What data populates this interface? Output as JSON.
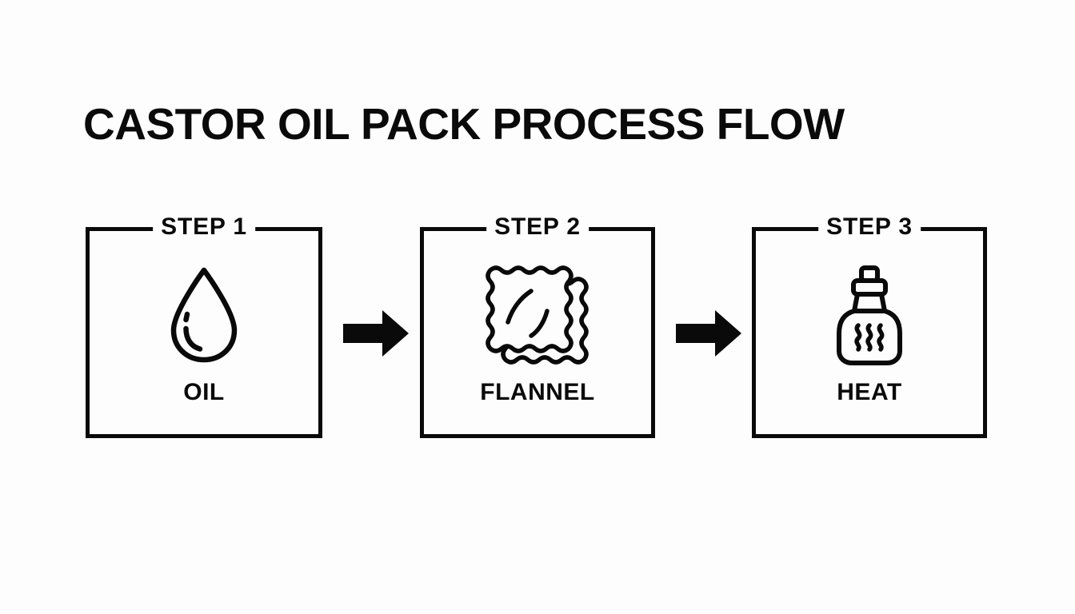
{
  "page": {
    "title": "CASTOR OIL PACK PROCESS FLOW",
    "background_color": "#fdfdfd",
    "ink_color": "#0a0a0a"
  },
  "flow": {
    "steps": [
      {
        "step_label": "STEP 1",
        "caption": "OIL",
        "icon": "oil-droplet-icon"
      },
      {
        "step_label": "STEP 2",
        "caption": "FLANNEL",
        "icon": "flannel-cloth-icon"
      },
      {
        "step_label": "STEP 3",
        "caption": "HEAT",
        "icon": "hot-water-bottle-icon"
      }
    ],
    "connectors": [
      {
        "name": "arrow-step1-to-step2",
        "direction": "right"
      },
      {
        "name": "arrow-step2-to-step3",
        "direction": "right"
      }
    ]
  }
}
